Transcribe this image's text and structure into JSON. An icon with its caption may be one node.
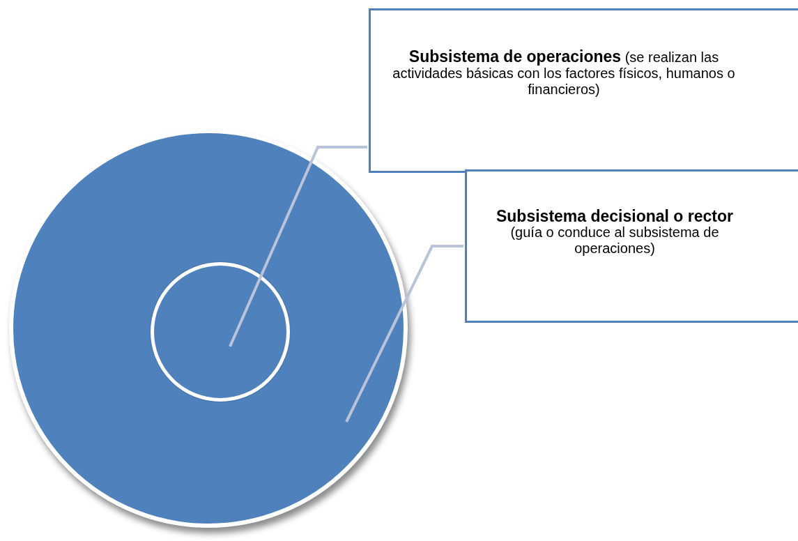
{
  "diagram": {
    "nodes": [
      {
        "text": [],
        "shape": "circle"
      },
      {
        "text": [],
        "shape": "circle",
        "in": 0
      },
      {
        "text": [
          "**Subsistema de operaciones** (se realizan las actividades básicas con los factores físicos, humanos o financieros)"
        ]
      },
      {
        "text": [
          "Subsistema decisional o rector",
          "(guía o conduce al subsistema de operaciones)"
        ]
      }
    ],
    "edges": [
      {
        "from": 2,
        "to": 1,
        "arrow": "none"
      },
      {
        "from": 3,
        "to": 0,
        "arrow": "none"
      }
    ]
  }
}
